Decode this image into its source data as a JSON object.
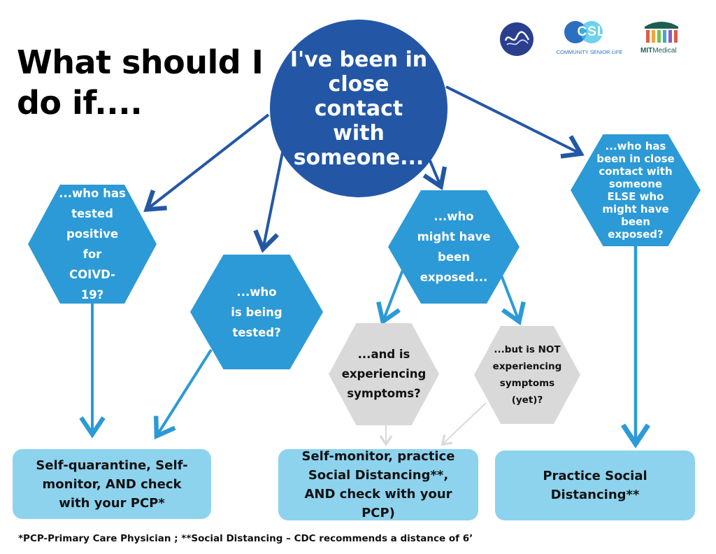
{
  "title": "What should I do if....",
  "center": {
    "text": "I've been in close contact with someone..."
  },
  "hexagons": {
    "positive": "...who has tested positive for COIVD-19?",
    "tested": "...who is being tested?",
    "exposed": "...who might have been exposed...",
    "else": "...who has been in close contact with someone ELSE who might have been exposed?",
    "symptoms": "...and is experiencing symptoms?",
    "no_symptoms": "...but is NOT experiencing symptoms (yet)?"
  },
  "outcomes": {
    "quarantine": "Self-quarantine,  Self-monitor, AND check with your PCP*",
    "monitor": "Self-monitor, practice Social Distancing**, AND check with your PCP)",
    "distancing": "Practice Social Distancing**"
  },
  "footnote": "*PCP-Primary Care Physician ; **Social Distancing – CDC recommends a distance of 6’",
  "logos": {
    "csl_letters": "CSL",
    "csl_caption": "COMMUNITY SENIOR LIFE",
    "mit_bold": "MIT",
    "mit_rest": "Medical"
  },
  "colors": {
    "dark_blue": "#2357a6",
    "mid_blue": "#2c9ad6",
    "light_blue": "#8dd3ee",
    "gray": "#d9d9d9"
  }
}
